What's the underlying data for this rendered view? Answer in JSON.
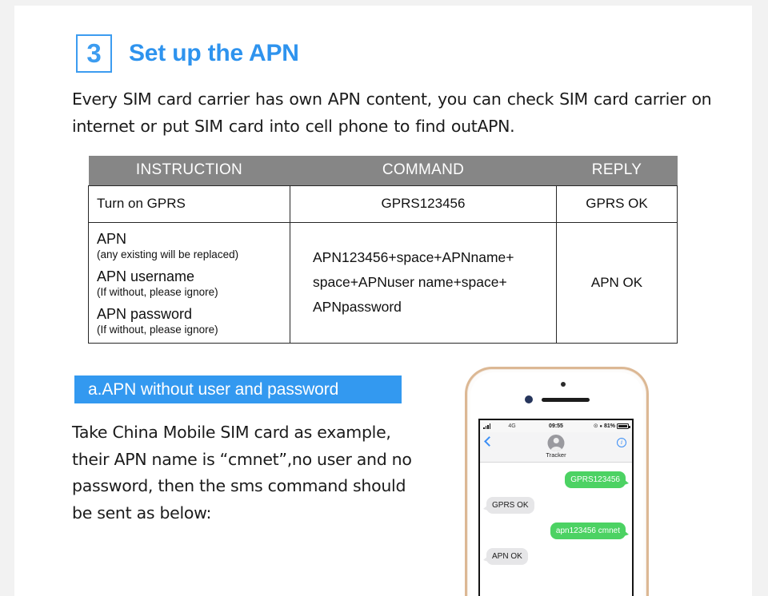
{
  "section": {
    "number": "3",
    "title": "Set up the APN",
    "intro": "Every SIM card carrier has own APN content, you can check SIM card carrier on internet or put SIM card into cell phone to find outAPN."
  },
  "table": {
    "headers": [
      "INSTRUCTION",
      "COMMAND",
      "REPLY"
    ],
    "rows": [
      {
        "instruction": "Turn on GPRS",
        "command": "GPRS123456",
        "reply": "GPRS OK"
      },
      {
        "instruction_groups": [
          {
            "main": "APN",
            "sub": "(any existing will be replaced)"
          },
          {
            "main": "APN username",
            "sub": "(If without, please ignore)"
          },
          {
            "main": "APN password",
            "sub": "(If without, please ignore)"
          }
        ],
        "command_lines": [
          "APN123456+space+APNname+",
          "space+APNuser name+space+",
          "APNpassword"
        ],
        "reply": "APN OK"
      }
    ]
  },
  "subsection": {
    "banner": "a.APN without user and password",
    "paragraph": "Take China Mobile SIM card as example, their APN name is “cmnet”,no user and no password, then the sms command should be sent as below:"
  },
  "phone": {
    "status_bar": {
      "network": "4G",
      "time": "09:55",
      "battery_percent": "81%"
    },
    "nav": {
      "contact_name": "Tracker"
    },
    "messages": [
      {
        "direction": "out",
        "text": "GPRS123456"
      },
      {
        "direction": "in",
        "text": "GPRS OK"
      },
      {
        "direction": "out",
        "text": "apn123456 cmnet"
      },
      {
        "direction": "in",
        "text": "APN OK"
      }
    ]
  },
  "colors": {
    "accent_blue": "#3399f0",
    "heading_blue": "#2e93ee",
    "table_header_gray": "#868686",
    "bubble_green": "#4cd263",
    "bubble_gray": "#e6e6e8",
    "phone_bezel_gold": "#dcb894"
  }
}
